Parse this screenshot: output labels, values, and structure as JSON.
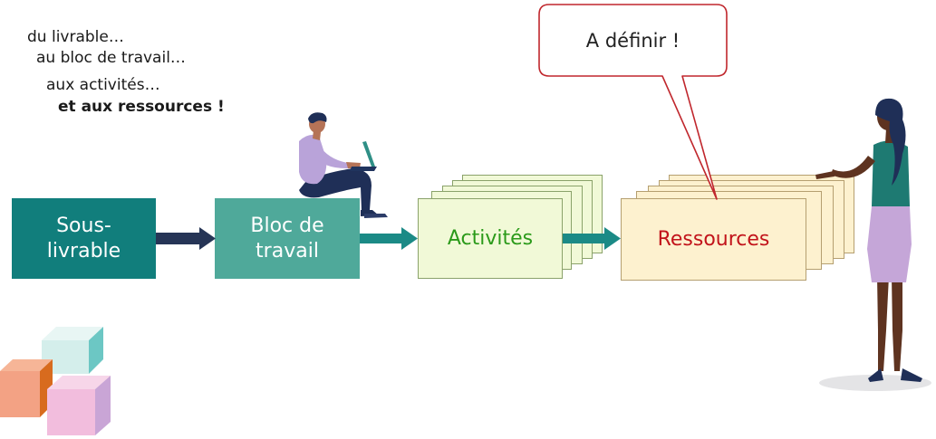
{
  "intro": {
    "line1": "du livrable…",
    "line2": "au bloc de travail…",
    "line3": "aux activités…",
    "line4": "et aux ressources !"
  },
  "boxes": {
    "sous_livrable": [
      "Sous-",
      "livrable"
    ],
    "bloc_de_travail": [
      "Bloc de",
      "travail"
    ],
    "activites": "Activités",
    "ressources": "Ressources"
  },
  "callout": {
    "text": "A définir !"
  },
  "colors": {
    "teal_dark": "#117e7c",
    "teal_light": "#4fa99a",
    "arrow_navy": "#263556",
    "arrow_teal": "#1b8a86",
    "activites_text": "#2b9a1a",
    "ressources_text": "#c2141b",
    "callout_border": "#c0272d",
    "activity_card": "#f1f9d7",
    "resource_card": "#fdf1cf"
  },
  "icons": {
    "person_laptop": "person-with-laptop-illustration",
    "woman_presenter": "woman-presenter-illustration",
    "cubes": "stacked-cubes-illustration"
  }
}
